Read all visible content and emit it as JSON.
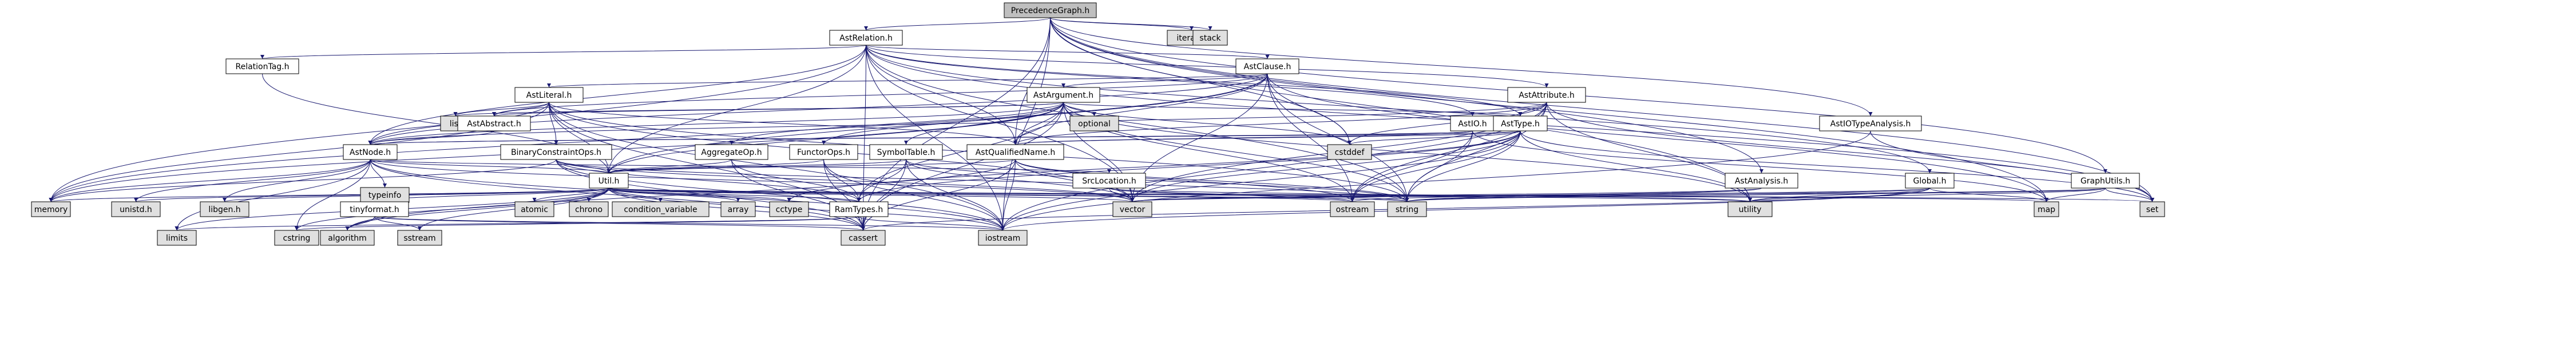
{
  "colors": {
    "edge": "#191970",
    "root_fill": "#bfbfbf",
    "node_fill": "#ffffff",
    "stdlib_fill": "#e0e0e0",
    "missing_border": "#ff0000",
    "node_border": "#000000"
  },
  "nodes": [
    {
      "id": "PrecedenceGraph",
      "label": "PrecedenceGraph.h",
      "kind": "root"
    },
    {
      "id": "AstRelation",
      "label": "AstRelation.h",
      "kind": "file"
    },
    {
      "id": "iterator",
      "label": "iterator",
      "kind": "std"
    },
    {
      "id": "stack",
      "label": "stack",
      "kind": "std"
    },
    {
      "id": "RelationTag",
      "label": "RelationTag.h",
      "kind": "file"
    },
    {
      "id": "AstClause",
      "label": "AstClause.h",
      "kind": "file"
    },
    {
      "id": "AstLiteral",
      "label": "AstLiteral.h",
      "kind": "file"
    },
    {
      "id": "AstArgument",
      "label": "AstArgument.h",
      "kind": "file"
    },
    {
      "id": "AstAttribute",
      "label": "AstAttribute.h",
      "kind": "file"
    },
    {
      "id": "AstIO",
      "label": "AstIO.h",
      "kind": "file"
    },
    {
      "id": "AstType",
      "label": "AstType.h",
      "kind": "file"
    },
    {
      "id": "AstIOTypeAnalysis",
      "label": "AstIOTypeAnalysis.h",
      "kind": "file"
    },
    {
      "id": "list",
      "label": "list",
      "kind": "std"
    },
    {
      "id": "AstAbstract",
      "label": "AstAbstract.h",
      "kind": "file"
    },
    {
      "id": "optional",
      "label": "optional",
      "kind": "std"
    },
    {
      "id": "AstNode",
      "label": "AstNode.h",
      "kind": "file"
    },
    {
      "id": "BinaryConstraintOps",
      "label": "BinaryConstraintOps.h",
      "kind": "file"
    },
    {
      "id": "AggregateOp",
      "label": "AggregateOp.h",
      "kind": "file"
    },
    {
      "id": "FunctorOps",
      "label": "FunctorOps.h",
      "kind": "missing"
    },
    {
      "id": "SymbolTable",
      "label": "SymbolTable.h",
      "kind": "missing"
    },
    {
      "id": "AstQualifiedName",
      "label": "AstQualifiedName.h",
      "kind": "file"
    },
    {
      "id": "cstddef",
      "label": "cstddef",
      "kind": "std"
    },
    {
      "id": "Util",
      "label": "Util.h",
      "kind": "missing"
    },
    {
      "id": "SrcLocation",
      "label": "SrcLocation.h",
      "kind": "file"
    },
    {
      "id": "AstAnalysis",
      "label": "AstAnalysis.h",
      "kind": "file"
    },
    {
      "id": "Global",
      "label": "Global.h",
      "kind": "file"
    },
    {
      "id": "GraphUtils",
      "label": "GraphUtils.h",
      "kind": "file"
    },
    {
      "id": "typeinfo",
      "label": "typeinfo",
      "kind": "std"
    },
    {
      "id": "memory",
      "label": "memory",
      "kind": "std"
    },
    {
      "id": "unistd",
      "label": "unistd.h",
      "kind": "std"
    },
    {
      "id": "libgen",
      "label": "libgen.h",
      "kind": "std"
    },
    {
      "id": "tinyformat",
      "label": "tinyformat.h",
      "kind": "file"
    },
    {
      "id": "atomic",
      "label": "atomic",
      "kind": "std"
    },
    {
      "id": "chrono",
      "label": "chrono",
      "kind": "std"
    },
    {
      "id": "condition_variable",
      "label": "condition_variable",
      "kind": "std"
    },
    {
      "id": "array",
      "label": "array",
      "kind": "std"
    },
    {
      "id": "cctype",
      "label": "cctype",
      "kind": "std"
    },
    {
      "id": "RamTypes",
      "label": "RamTypes.h",
      "kind": "missing"
    },
    {
      "id": "vector",
      "label": "vector",
      "kind": "std"
    },
    {
      "id": "ostream",
      "label": "ostream",
      "kind": "std"
    },
    {
      "id": "string",
      "label": "string",
      "kind": "std"
    },
    {
      "id": "utility",
      "label": "utility",
      "kind": "std"
    },
    {
      "id": "map",
      "label": "map",
      "kind": "std"
    },
    {
      "id": "set",
      "label": "set",
      "kind": "std"
    },
    {
      "id": "limits",
      "label": "limits",
      "kind": "std"
    },
    {
      "id": "cstring",
      "label": "cstring",
      "kind": "std"
    },
    {
      "id": "algorithm",
      "label": "algorithm",
      "kind": "std"
    },
    {
      "id": "sstream",
      "label": "sstream",
      "kind": "std"
    },
    {
      "id": "cassert",
      "label": "cassert",
      "kind": "std"
    },
    {
      "id": "iostream",
      "label": "iostream",
      "kind": "std"
    }
  ],
  "edges": [
    [
      "PrecedenceGraph",
      "AstRelation"
    ],
    [
      "PrecedenceGraph",
      "iterator"
    ],
    [
      "PrecedenceGraph",
      "stack"
    ],
    [
      "PrecedenceGraph",
      "AstIOTypeAnalysis"
    ],
    [
      "PrecedenceGraph",
      "AstAnalysis"
    ],
    [
      "PrecedenceGraph",
      "GraphUtils"
    ],
    [
      "PrecedenceGraph",
      "set"
    ],
    [
      "PrecedenceGraph",
      "map"
    ],
    [
      "PrecedenceGraph",
      "cassert"
    ],
    [
      "PrecedenceGraph",
      "iostream"
    ],
    [
      "PrecedenceGraph",
      "utility"
    ],
    [
      "PrecedenceGraph",
      "cstddef"
    ],
    [
      "PrecedenceGraph",
      "AstQualifiedName"
    ],
    [
      "AstRelation",
      "RelationTag"
    ],
    [
      "AstRelation",
      "AstClause"
    ],
    [
      "AstRelation",
      "AstAttribute"
    ],
    [
      "AstRelation",
      "AstIO"
    ],
    [
      "AstRelation",
      "AstType"
    ],
    [
      "AstRelation",
      "AstNode"
    ],
    [
      "AstRelation",
      "Global"
    ],
    [
      "AstRelation",
      "memory"
    ],
    [
      "AstRelation",
      "set"
    ],
    [
      "AstRelation",
      "vector"
    ],
    [
      "AstRelation",
      "string"
    ],
    [
      "AstRelation",
      "cassert"
    ],
    [
      "AstRelation",
      "iostream"
    ],
    [
      "AstRelation",
      "AstQualifiedName"
    ],
    [
      "AstRelation",
      "Util"
    ],
    [
      "RelationTag",
      "Util"
    ],
    [
      "AstClause",
      "AstLiteral"
    ],
    [
      "AstClause",
      "AstArgument"
    ],
    [
      "AstClause",
      "AstAbstract"
    ],
    [
      "AstClause",
      "AstNode"
    ],
    [
      "AstClause",
      "AstQualifiedName"
    ],
    [
      "AstClause",
      "Util"
    ],
    [
      "AstClause",
      "cstddef"
    ],
    [
      "AstClause",
      "memory"
    ],
    [
      "AstClause",
      "vector"
    ],
    [
      "AstClause",
      "string"
    ],
    [
      "AstClause",
      "ostream"
    ],
    [
      "AstClause",
      "map"
    ],
    [
      "AstLiteral",
      "list"
    ],
    [
      "AstLiteral",
      "AstAbstract"
    ],
    [
      "AstLiteral",
      "AstNode"
    ],
    [
      "AstLiteral",
      "BinaryConstraintOps"
    ],
    [
      "AstLiteral",
      "AstQualifiedName"
    ],
    [
      "AstLiteral",
      "Util"
    ],
    [
      "AstLiteral",
      "memory"
    ],
    [
      "AstLiteral",
      "vector"
    ],
    [
      "AstLiteral",
      "string"
    ],
    [
      "AstLiteral",
      "iostream"
    ],
    [
      "AstLiteral",
      "cassert"
    ],
    [
      "AstArgument",
      "optional"
    ],
    [
      "AstArgument",
      "AstAbstract"
    ],
    [
      "AstArgument",
      "AstNode"
    ],
    [
      "AstArgument",
      "AggregateOp"
    ],
    [
      "AstArgument",
      "FunctorOps"
    ],
    [
      "AstArgument",
      "SymbolTable"
    ],
    [
      "AstArgument",
      "AstQualifiedName"
    ],
    [
      "AstArgument",
      "AstType"
    ],
    [
      "AstArgument",
      "RamTypes"
    ],
    [
      "AstArgument",
      "Util"
    ],
    [
      "AstArgument",
      "cstddef"
    ],
    [
      "AstArgument",
      "list"
    ],
    [
      "AstArgument",
      "memory"
    ],
    [
      "AstArgument",
      "vector"
    ],
    [
      "AstArgument",
      "string"
    ],
    [
      "AstArgument",
      "ostream"
    ],
    [
      "AstArgument",
      "utility"
    ],
    [
      "AstArgument",
      "cassert"
    ],
    [
      "AstAttribute",
      "AstType"
    ],
    [
      "AstAttribute",
      "AstNode"
    ],
    [
      "AstAttribute",
      "AstQualifiedName"
    ],
    [
      "AstAttribute",
      "cstddef"
    ],
    [
      "AstAttribute",
      "string"
    ],
    [
      "AstAttribute",
      "ostream"
    ],
    [
      "AstAttribute",
      "utility"
    ],
    [
      "AstAttribute",
      "vector"
    ],
    [
      "AstAttribute",
      "set"
    ],
    [
      "AstAttribute",
      "iostream"
    ],
    [
      "AstIO",
      "AstNode"
    ],
    [
      "AstIO",
      "AstQualifiedName"
    ],
    [
      "AstIO",
      "map"
    ],
    [
      "AstIO",
      "string"
    ],
    [
      "AstIO",
      "ostream"
    ],
    [
      "AstType",
      "AstNode"
    ],
    [
      "AstType",
      "AstQualifiedName"
    ],
    [
      "AstType",
      "RamTypes"
    ],
    [
      "AstType",
      "cstddef"
    ],
    [
      "AstType",
      "set"
    ],
    [
      "AstType",
      "vector"
    ],
    [
      "AstType",
      "string"
    ],
    [
      "AstType",
      "ostream"
    ],
    [
      "AstType",
      "utility"
    ],
    [
      "AstType",
      "iostream"
    ],
    [
      "AstType",
      "cctype"
    ],
    [
      "AstIOTypeAnalysis",
      "set"
    ],
    [
      "AstIOTypeAnalysis",
      "iostream"
    ],
    [
      "AstAbstract",
      "AstNode"
    ],
    [
      "AstNode",
      "SrcLocation"
    ],
    [
      "AstNode",
      "typeinfo"
    ],
    [
      "AstNode",
      "Util"
    ],
    [
      "AstNode",
      "memory"
    ],
    [
      "AstNode",
      "vector"
    ],
    [
      "AstNode",
      "iostream"
    ],
    [
      "AstNode",
      "cassert"
    ],
    [
      "AstNode",
      "unistd"
    ],
    [
      "AstNode",
      "libgen"
    ],
    [
      "AstNode",
      "cstring"
    ],
    [
      "AstNode",
      "limits"
    ],
    [
      "BinaryConstraintOps",
      "RamTypes"
    ],
    [
      "BinaryConstraintOps",
      "Util"
    ],
    [
      "BinaryConstraintOps",
      "cassert"
    ],
    [
      "BinaryConstraintOps",
      "iostream"
    ],
    [
      "BinaryConstraintOps",
      "string"
    ],
    [
      "BinaryConstraintOps",
      "vector"
    ],
    [
      "BinaryConstraintOps",
      "memory"
    ],
    [
      "AggregateOp",
      "Util"
    ],
    [
      "AggregateOp",
      "RamTypes"
    ],
    [
      "AggregateOp",
      "cassert"
    ],
    [
      "FunctorOps",
      "Util"
    ],
    [
      "FunctorOps",
      "RamTypes"
    ],
    [
      "FunctorOps",
      "cassert"
    ],
    [
      "FunctorOps",
      "iostream"
    ],
    [
      "SymbolTable",
      "Util"
    ],
    [
      "SymbolTable",
      "RamTypes"
    ],
    [
      "SymbolTable",
      "cassert"
    ],
    [
      "SymbolTable",
      "iostream"
    ],
    [
      "SymbolTable",
      "string"
    ],
    [
      "SymbolTable",
      "vector"
    ],
    [
      "AstQualifiedName",
      "Util"
    ],
    [
      "AstQualifiedName",
      "vector"
    ],
    [
      "AstQualifiedName",
      "string"
    ],
    [
      "AstQualifiedName",
      "ostream"
    ],
    [
      "AstQualifiedName",
      "algorithm"
    ],
    [
      "AstQualifiedName",
      "cassert"
    ],
    [
      "AstQualifiedName",
      "iostream"
    ],
    [
      "Util",
      "tinyformat"
    ],
    [
      "Util",
      "atomic"
    ],
    [
      "Util",
      "chrono"
    ],
    [
      "Util",
      "condition_variable"
    ],
    [
      "Util",
      "array"
    ],
    [
      "Util",
      "cctype"
    ],
    [
      "Util",
      "RamTypes"
    ],
    [
      "Util",
      "vector"
    ],
    [
      "Util",
      "ostream"
    ],
    [
      "Util",
      "string"
    ],
    [
      "Util",
      "utility"
    ],
    [
      "Util",
      "map"
    ],
    [
      "Util",
      "set"
    ],
    [
      "Util",
      "limits"
    ],
    [
      "Util",
      "cstring"
    ],
    [
      "Util",
      "algorithm"
    ],
    [
      "Util",
      "sstream"
    ],
    [
      "Util",
      "cassert"
    ],
    [
      "Util",
      "iostream"
    ],
    [
      "Util",
      "memory"
    ],
    [
      "Util",
      "unistd"
    ],
    [
      "Util",
      "libgen"
    ],
    [
      "SrcLocation",
      "string"
    ],
    [
      "SrcLocation",
      "utility"
    ],
    [
      "SrcLocation",
      "ostream"
    ],
    [
      "SrcLocation",
      "vector"
    ],
    [
      "AstAnalysis",
      "ostream"
    ],
    [
      "AstAnalysis",
      "string"
    ],
    [
      "AstAnalysis",
      "vector"
    ],
    [
      "Global",
      "map"
    ],
    [
      "Global",
      "string"
    ],
    [
      "Global",
      "vector"
    ],
    [
      "Global",
      "utility"
    ],
    [
      "Global",
      "cassert"
    ],
    [
      "Global",
      "iostream"
    ],
    [
      "GraphUtils",
      "map"
    ],
    [
      "GraphUtils",
      "set"
    ],
    [
      "GraphUtils",
      "string"
    ],
    [
      "GraphUtils",
      "vector"
    ],
    [
      "GraphUtils",
      "utility"
    ],
    [
      "tinyformat",
      "algorithm"
    ],
    [
      "tinyformat",
      "sstream"
    ],
    [
      "tinyformat",
      "cassert"
    ],
    [
      "tinyformat",
      "iostream"
    ],
    [
      "RamTypes",
      "cassert"
    ],
    [
      "RamTypes",
      "iostream"
    ],
    [
      "RamTypes",
      "limits"
    ],
    [
      "RamTypes",
      "cstring"
    ]
  ]
}
